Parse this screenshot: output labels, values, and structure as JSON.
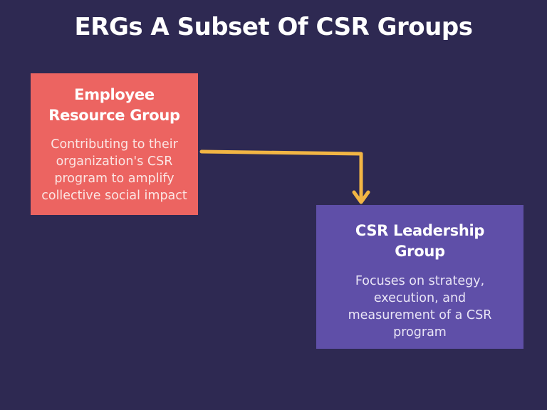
{
  "title": "ERGs A Subset Of CSR Groups",
  "nodes": [
    {
      "id": "erg",
      "heading_lines": [
        "Employee",
        "Resource Group"
      ],
      "description_lines": [
        "Contributing to their",
        "organization's CSR",
        "program to amplify",
        "collective social impact"
      ],
      "color": "#ec6461"
    },
    {
      "id": "csr",
      "heading_lines": [
        "CSR Leadership",
        "Group"
      ],
      "description_lines": [
        "Focuses on strategy,",
        "execution, and",
        "measurement of a CSR",
        "program"
      ],
      "color": "#5f4fa8"
    }
  ],
  "edges": [
    {
      "from": "erg",
      "to": "csr",
      "color": "#f2b544",
      "style": "elbow-arrow"
    }
  ],
  "colors": {
    "background": "#2e2952",
    "arrow": "#f2b544"
  }
}
